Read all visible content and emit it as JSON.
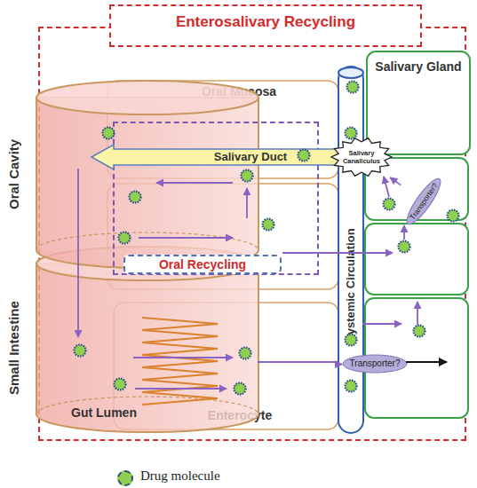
{
  "diagram": {
    "nodes": [
      {
        "text": [
          "Enterosalivary Recycling"
        ]
      },
      {
        "text": [
          "Oral Cavity"
        ],
        "in": 0
      },
      {
        "text": [
          "Oral Mucosa"
        ],
        "in": 0
      },
      {
        "text": [
          "Oral Recycling"
        ],
        "in": 0
      },
      {
        "text": [
          "Systemic Circulation"
        ],
        "in": 0
      },
      {
        "text": [
          "Salivary Gland"
        ],
        "in": 0
      },
      {
        "text": [
          "Salivary Canaliculus"
        ],
        "in": 0
      },
      {
        "text": [
          "Transporter?"
        ],
        "in": 0
      },
      {
        "text": [
          "Salivary Duct"
        ],
        "in": 0
      },
      {
        "text": [
          "Small Intestine",
          "Gut Lumen"
        ],
        "in": 0
      },
      {
        "text": [
          "Enterocyte"
        ],
        "in": 0
      },
      {
        "text": [
          "Transporter?"
        ],
        "in": 0
      }
    ],
    "edges": [
      {
        "from": 7,
        "to": 6,
        "arrow": "to"
      },
      {
        "from": 10,
        "to": 11,
        "arrow": "to"
      }
    ],
    "legend": [
      {
        "text": "Drug molecule",
        "color": "#8fd14f"
      }
    ]
  }
}
